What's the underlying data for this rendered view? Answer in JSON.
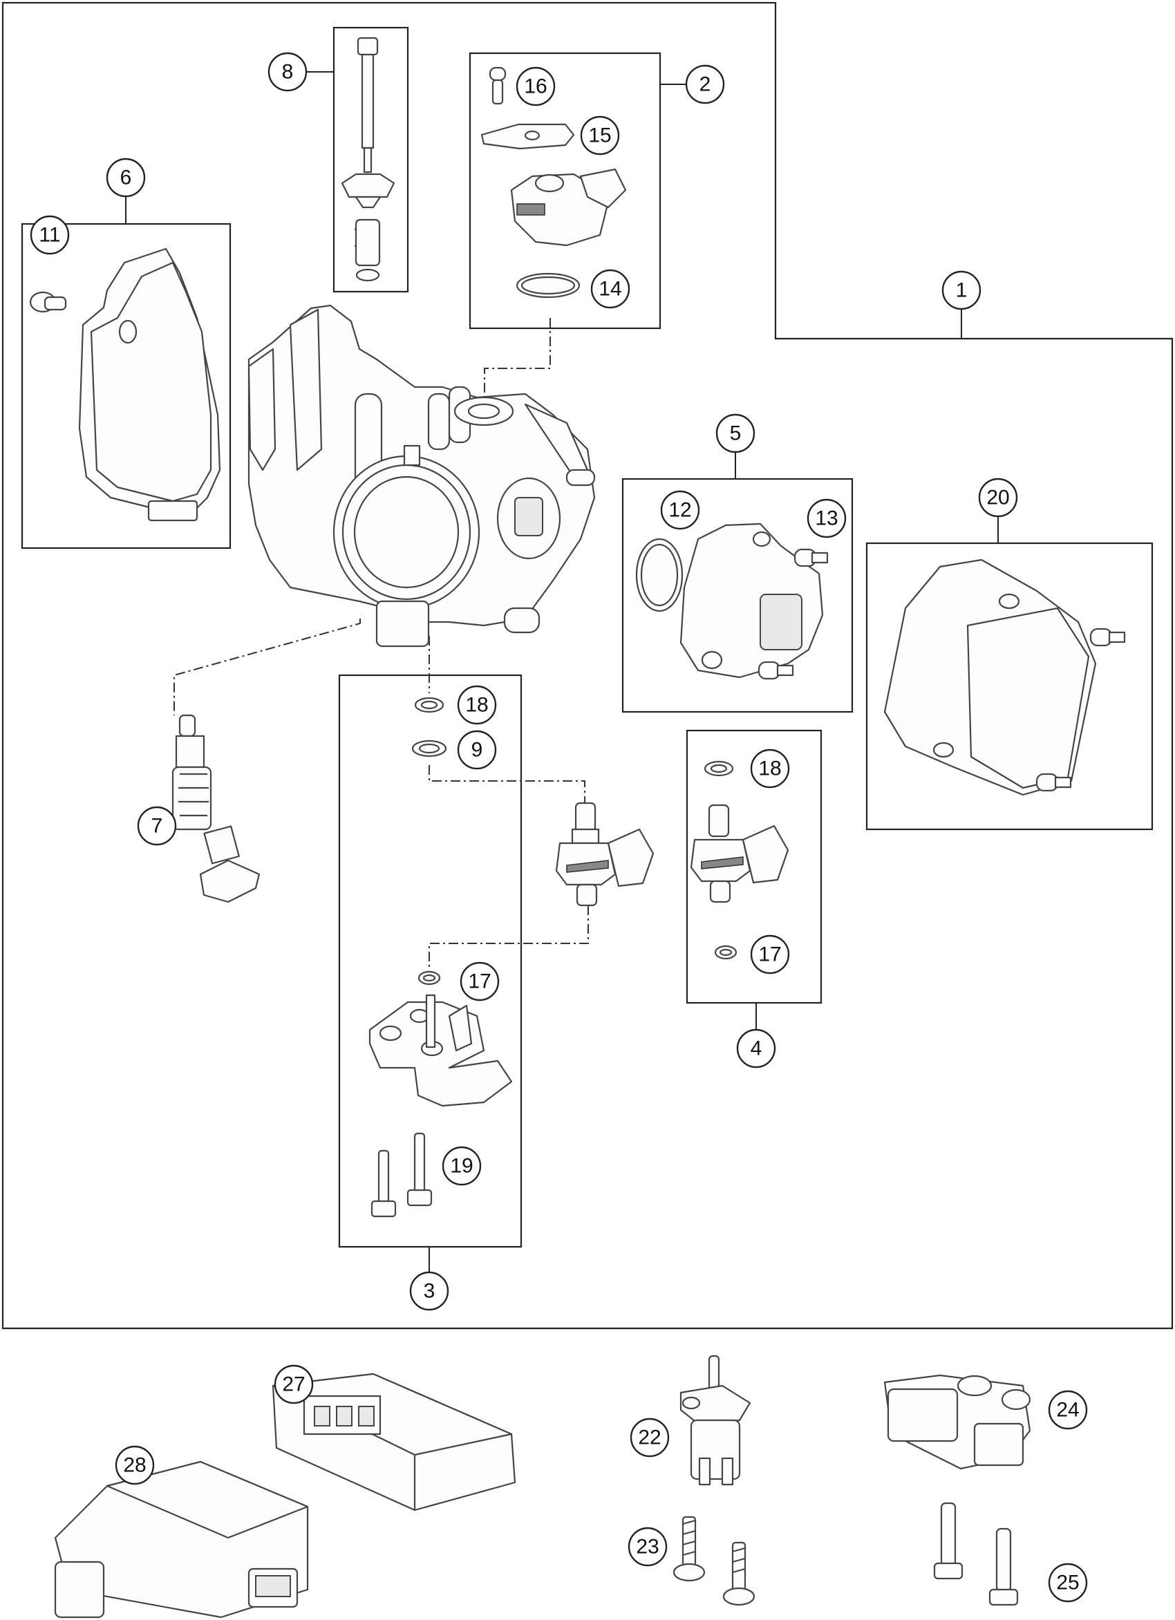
{
  "callouts": {
    "c1": "1",
    "c2": "2",
    "c3": "3",
    "c4": "4",
    "c5": "5",
    "c6": "6",
    "c7": "7",
    "c8": "8",
    "c9": "9",
    "c11": "11",
    "c12": "12",
    "c13": "13",
    "c14": "14",
    "c15": "15",
    "c16": "16",
    "c17a": "17",
    "c17b": "17",
    "c18a": "18",
    "c18b": "18",
    "c19": "19",
    "c20": "20",
    "c22": "22",
    "c23": "23",
    "c24": "24",
    "c25": "25",
    "c27": "27",
    "c28": "28"
  },
  "colors": {
    "line": "#222222",
    "part_fill": "#e9e9e9",
    "background": "#ffffff"
  }
}
